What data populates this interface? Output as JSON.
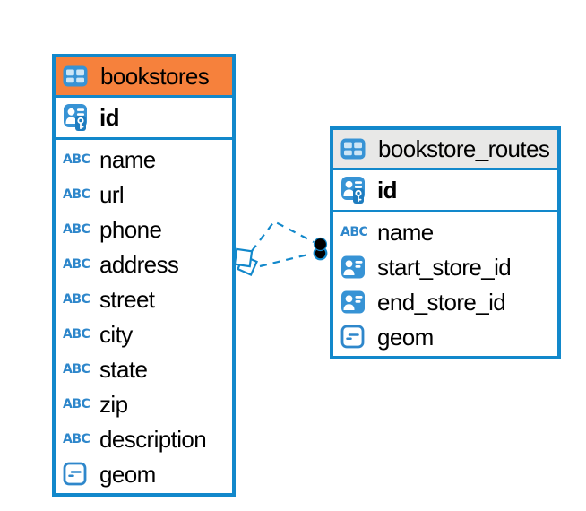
{
  "diagram": {
    "tables": [
      {
        "name": "bookstores",
        "header_color": "#F6813C",
        "primary_key": "id",
        "columns": [
          {
            "name": "name",
            "type": "text"
          },
          {
            "name": "url",
            "type": "text"
          },
          {
            "name": "phone",
            "type": "text"
          },
          {
            "name": "address",
            "type": "text"
          },
          {
            "name": "street",
            "type": "text"
          },
          {
            "name": "city",
            "type": "text"
          },
          {
            "name": "state",
            "type": "text"
          },
          {
            "name": "zip",
            "type": "text"
          },
          {
            "name": "description",
            "type": "text"
          },
          {
            "name": "geom",
            "type": "geom"
          }
        ]
      },
      {
        "name": "bookstore_routes",
        "header_color": "#E8E8E7",
        "primary_key": "id",
        "columns": [
          {
            "name": "name",
            "type": "text"
          },
          {
            "name": "start_store_id",
            "type": "fk"
          },
          {
            "name": "end_store_id",
            "type": "fk"
          },
          {
            "name": "geom",
            "type": "geom"
          }
        ]
      }
    ],
    "relationships": [
      {
        "from_table": "bookstores",
        "to_table": "bookstore_routes",
        "from_marker": "diamond",
        "to_marker": "dot",
        "line_style": "dashed"
      },
      {
        "from_table": "bookstores",
        "to_table": "bookstore_routes",
        "from_marker": "diamond",
        "to_marker": "dot",
        "line_style": "dashed"
      }
    ],
    "colors": {
      "accent_blue": "#1288CB",
      "icon_blue": "#3793D5",
      "icon_badge_blue": "#1E7CBF",
      "abc_blue": "#2E87CB",
      "header_orange": "#F6813C",
      "header_gray": "#E8E8E7",
      "text": "#000000",
      "background": "#FFFFFF"
    }
  }
}
